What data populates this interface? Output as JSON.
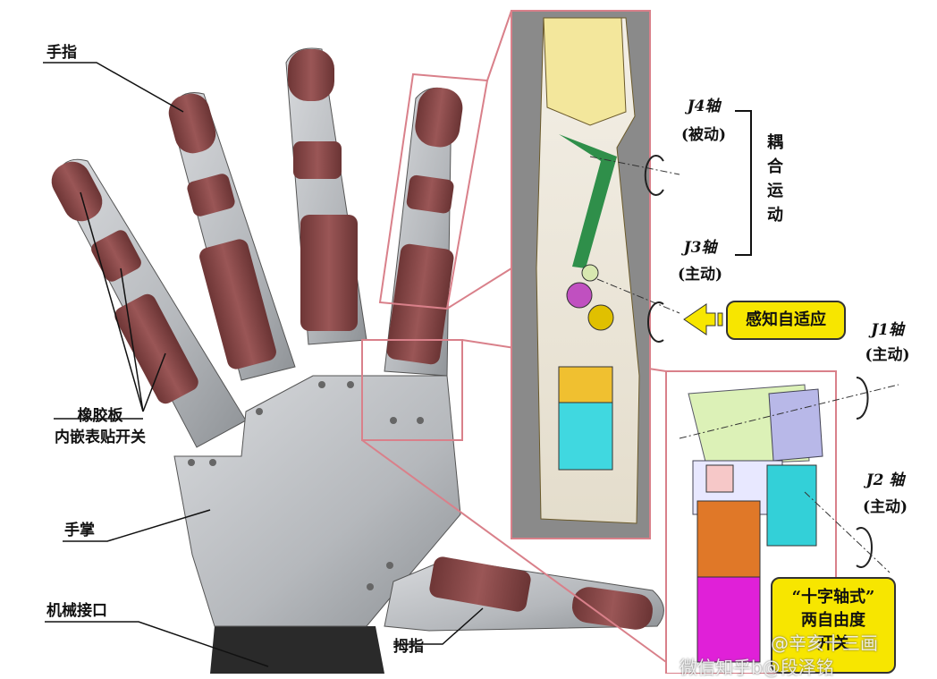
{
  "labels": {
    "finger": "手指",
    "rubber_plate_line1": "橡胶板",
    "rubber_plate_line2": "内嵌表贴开关",
    "palm": "手掌",
    "mech_interface": "机械接口",
    "thumb": "拇指",
    "j4_axis": "J4轴",
    "j4_mode": "(被动)",
    "coupled_motion": [
      "耦",
      "合",
      "运",
      "动"
    ],
    "j3_axis": "J3轴",
    "j3_mode": "(主动)",
    "sensing_adaptive": "感知自适应",
    "j1_axis": "J1轴",
    "j1_mode": "(主动)",
    "j2_axis": "J2 轴",
    "j2_mode": "(主动)",
    "cross_shaft_line1": "“十字轴式”",
    "cross_shaft_line2": "两自由度",
    "cross_shaft_line3": "开关"
  },
  "watermark": {
    "line1": "@辛亥十三画",
    "line2": "微信知乎b@段泽铭"
  },
  "colors": {
    "rubber": "#8a4a4a",
    "metal": "#b9bcc0",
    "zoom_frame": "#d9808a",
    "callout": "#f7e600",
    "cyan_motor": "#33d0d8",
    "orange_part": "#e07828",
    "magenta_part": "#e020d8"
  }
}
